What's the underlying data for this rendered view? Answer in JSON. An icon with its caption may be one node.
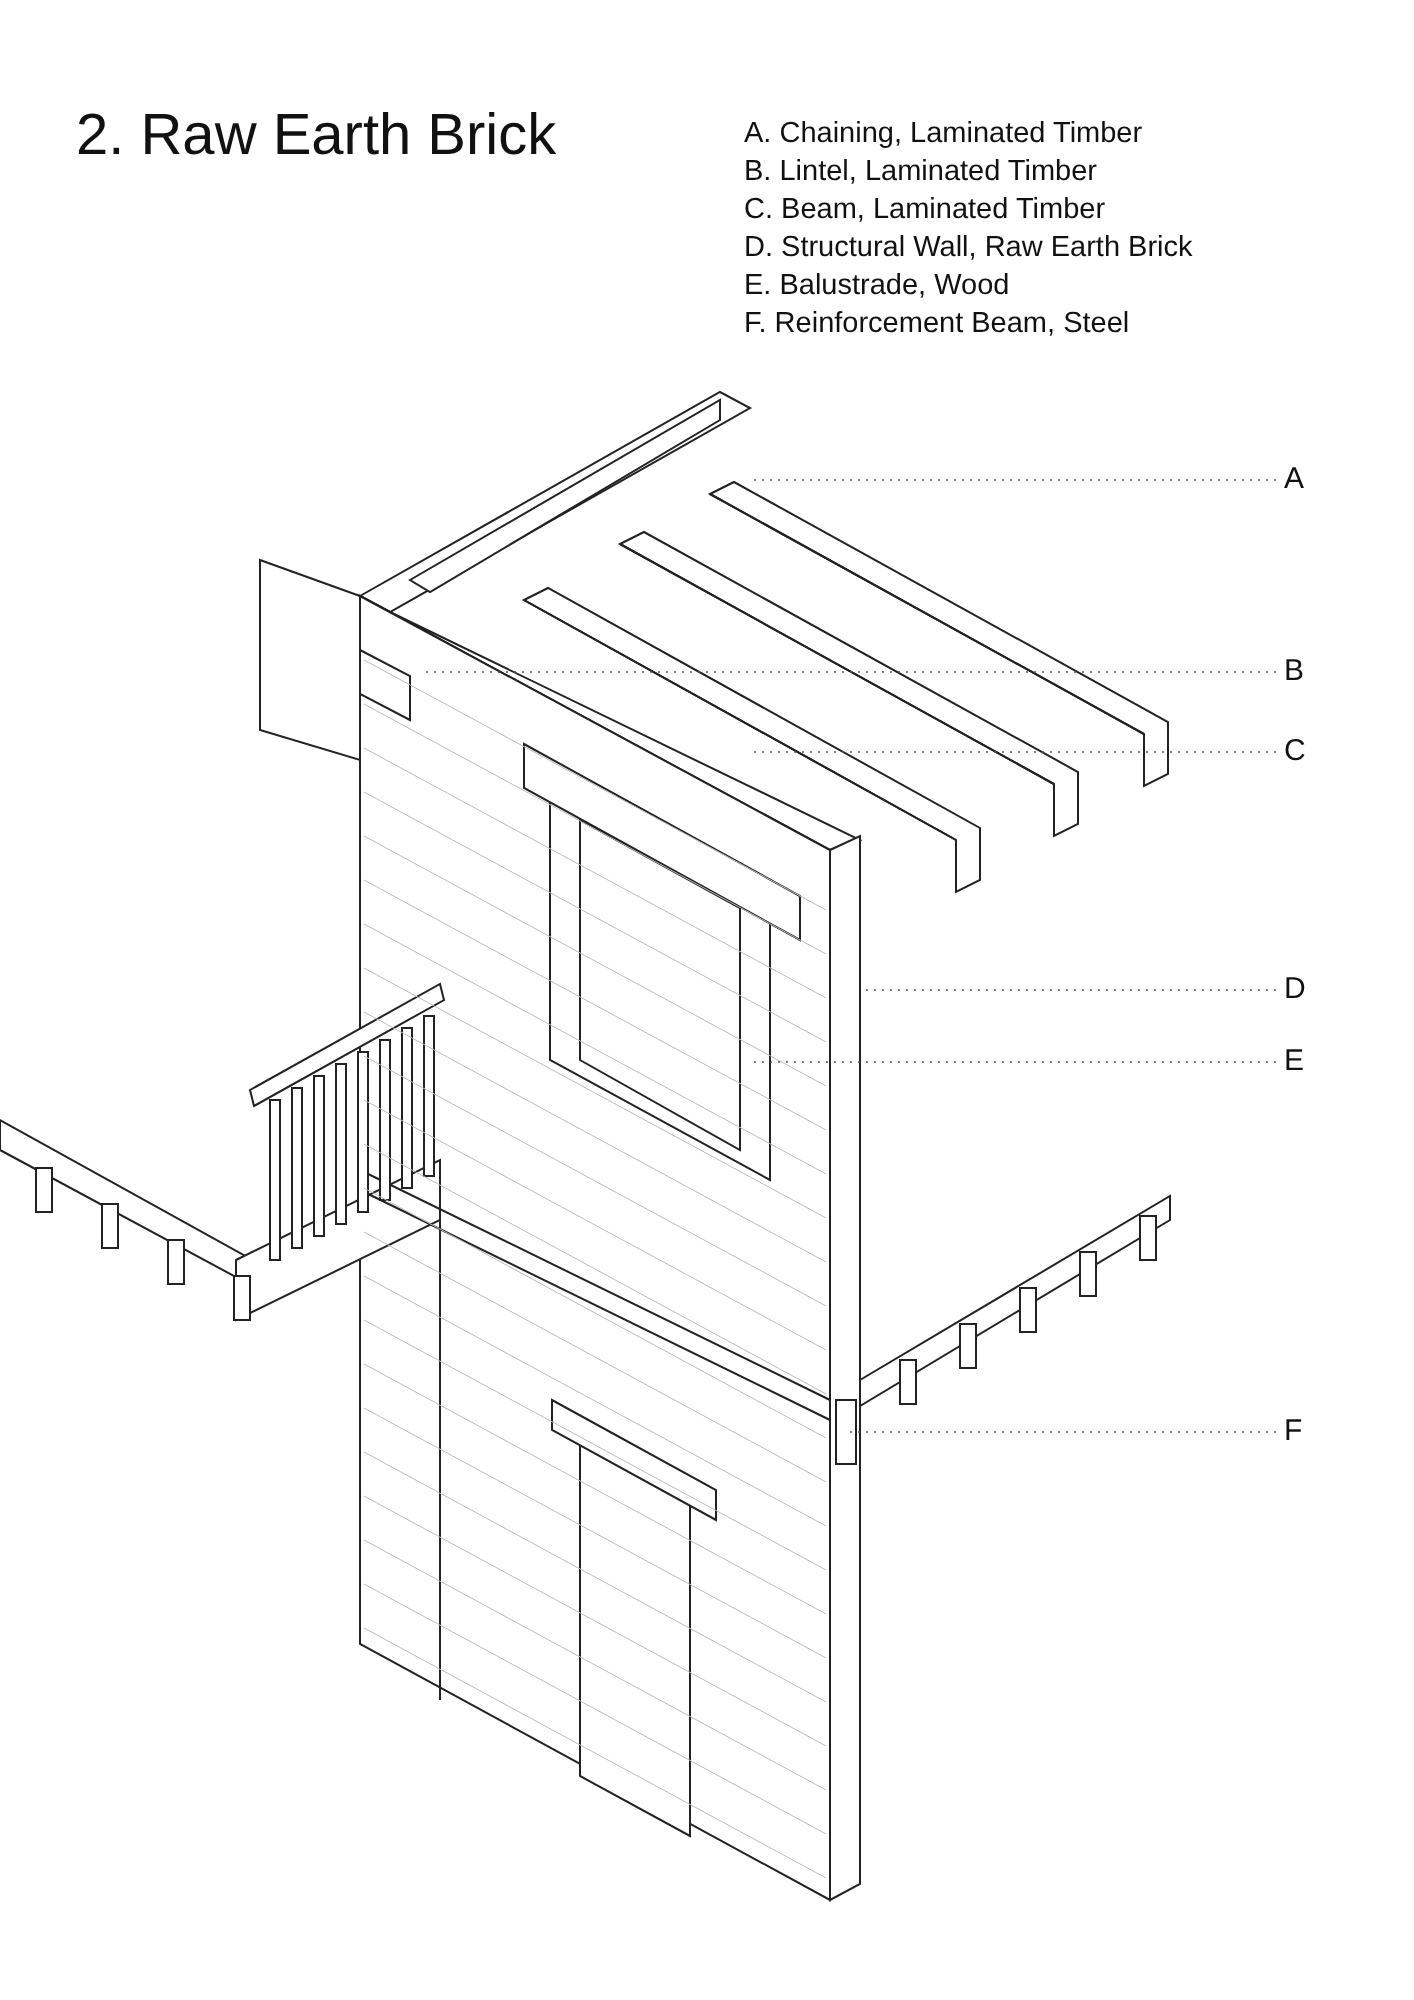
{
  "diagram": {
    "title": "2. Raw Earth Brick",
    "nodes": [
      {
        "text": [
          "A"
        ]
      },
      {
        "text": [
          "B"
        ]
      },
      {
        "text": [
          "C"
        ]
      },
      {
        "text": [
          "D"
        ]
      },
      {
        "text": [
          "E"
        ]
      },
      {
        "text": [
          "F"
        ]
      }
    ],
    "edges": [
      {
        "from": 0,
        "to": null,
        "arrow": "none",
        "style": "dashed"
      },
      {
        "from": 1,
        "to": null,
        "arrow": "none",
        "style": "dashed"
      },
      {
        "from": 2,
        "to": null,
        "arrow": "none",
        "style": "dashed"
      },
      {
        "from": 3,
        "to": null,
        "arrow": "none",
        "style": "dashed"
      },
      {
        "from": 4,
        "to": null,
        "arrow": "none",
        "style": "dashed"
      },
      {
        "from": 5,
        "to": null,
        "arrow": "none",
        "style": "dashed"
      }
    ],
    "labels": [
      "A. Chaining, Laminated Timber",
      "B. Lintel, Laminated Timber",
      "C. Beam, Laminated Timber",
      "D. Structural Wall, Raw Earth Brick",
      "E. Balustrade, Wood",
      "F. Reinforcement Beam, Steel"
    ]
  }
}
